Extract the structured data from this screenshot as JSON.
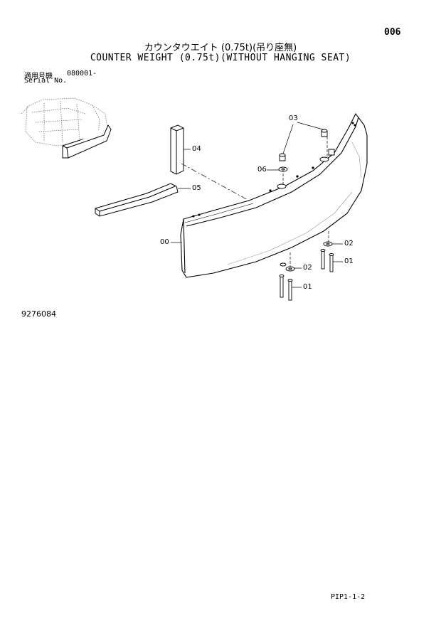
{
  "page_number": "006",
  "title_jp": "カウンタウエイト (0.75t)(吊り座無)",
  "title_en": "COUNTER WEIGHT (0.75t)(WITHOUT HANGING SEAT)",
  "serial": {
    "label_jp": "適用号機",
    "label_en": "Serial No.",
    "value": "080001-"
  },
  "drawing_number": "9276084",
  "footer_ref": "PIP1-1-2",
  "callouts": {
    "c00": "00",
    "c01a": "01",
    "c01b": "01",
    "c02a": "02",
    "c02b": "02",
    "c03": "03",
    "c04": "04",
    "c05": "05",
    "c06": "06"
  }
}
